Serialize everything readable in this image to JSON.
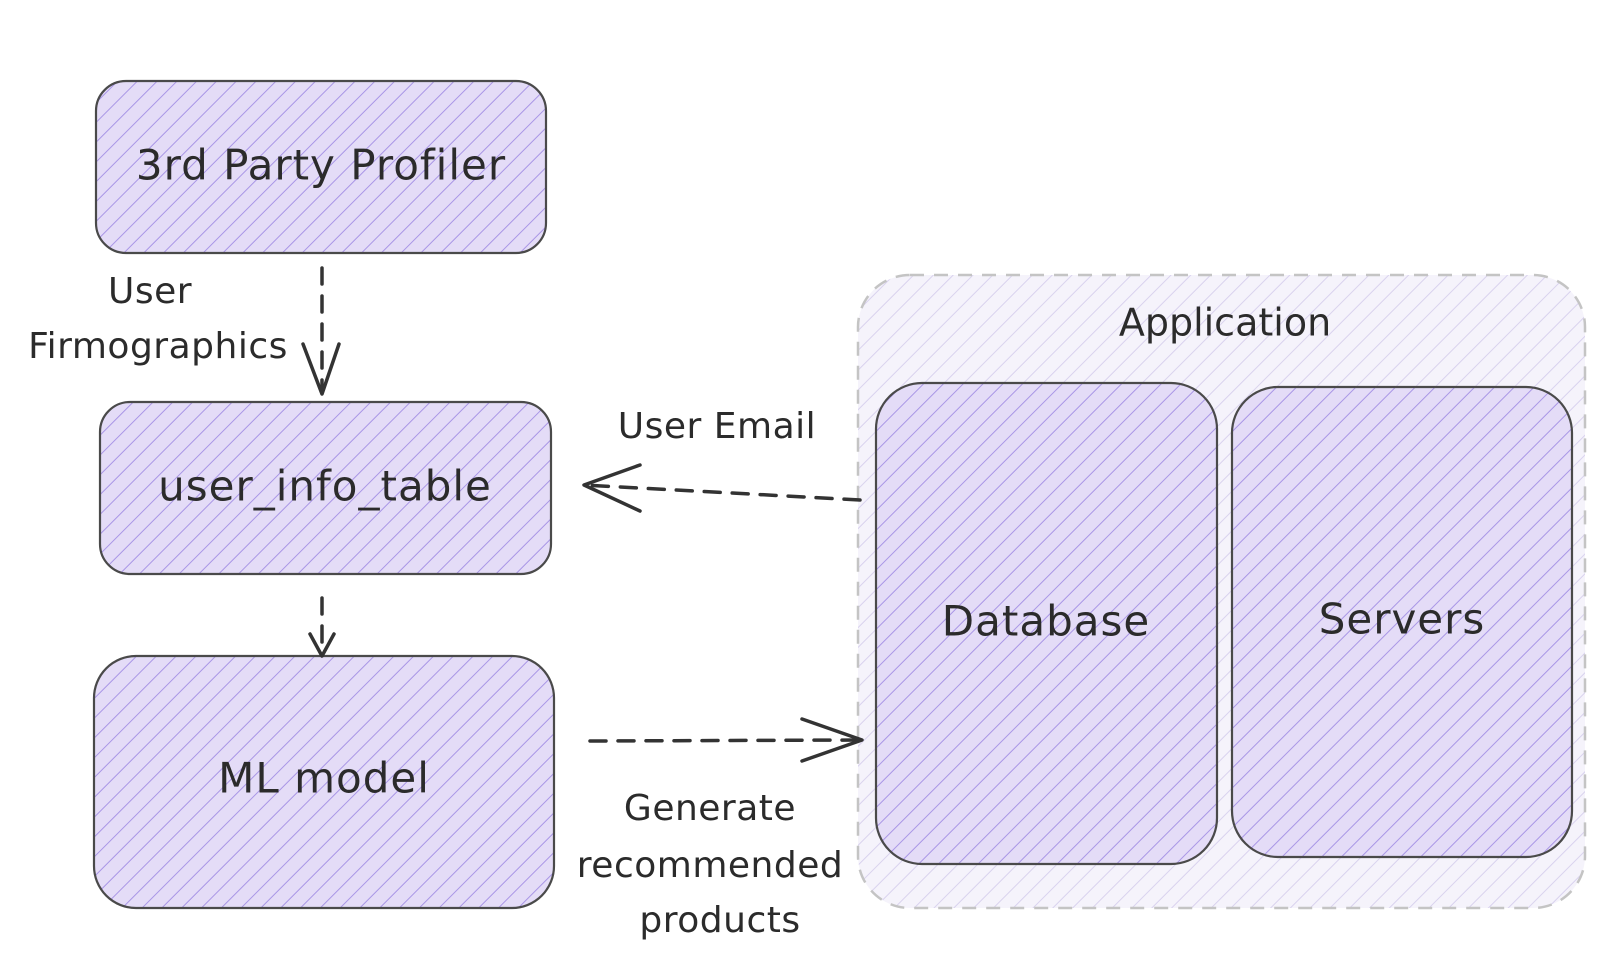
{
  "colors": {
    "node_fill": "#e4dcf7",
    "node_hatch": "#a996e6",
    "node_stroke": "#4a4a4a",
    "group_fill": "#f5f3fb",
    "group_hatch": "#d9d2ee",
    "group_stroke": "#c4c4c4",
    "edge": "#333333",
    "text": "#2b2b2b"
  },
  "group": {
    "label": "Application"
  },
  "nodes": {
    "profiler": {
      "label": "3rd Party Profiler"
    },
    "user_info_table": {
      "label": "user_info_table"
    },
    "ml_model": {
      "label": "ML model"
    },
    "database": {
      "label": "Database"
    },
    "servers": {
      "label": "Servers"
    }
  },
  "edges": {
    "firmographics": {
      "from": "3rd Party Profiler",
      "to": "user_info_table",
      "label_lines": [
        "User",
        "Firmographics"
      ]
    },
    "to_model": {
      "from": "user_info_table",
      "to": "ML model"
    },
    "user_email": {
      "from": "Application",
      "to": "user_info_table",
      "label_lines": [
        "User Email"
      ]
    },
    "recommendations": {
      "from": "ML model",
      "to": "Application",
      "label_lines": [
        "Generate",
        "recommended",
        "products"
      ]
    }
  }
}
